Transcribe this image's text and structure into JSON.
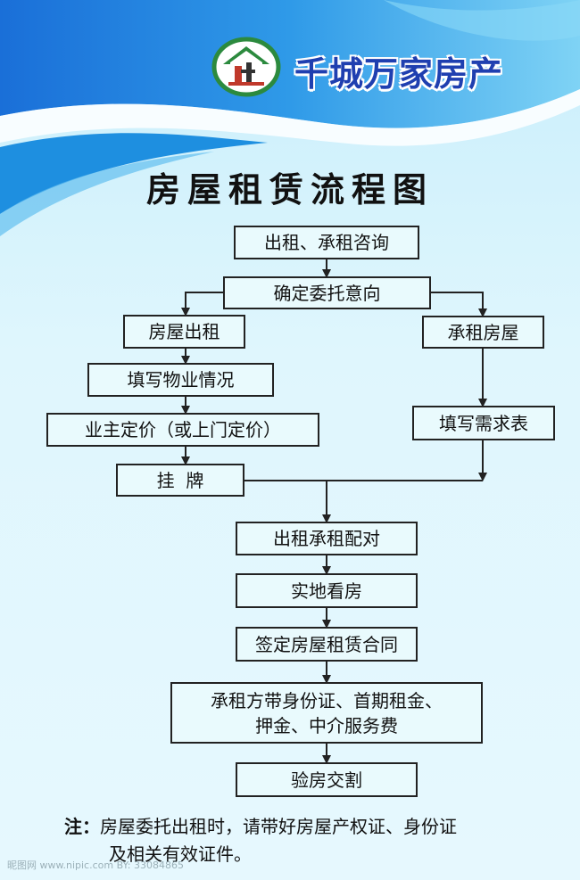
{
  "brand": {
    "name": "千城万家房产",
    "logo_icon": "house-logo-icon",
    "logo_text": "千"
  },
  "title": "房屋租赁流程图",
  "colors": {
    "brand_blue": "#1f3fb0",
    "wave_blue": "#1e8fe0",
    "background": "#dff6fd",
    "logo_green": "#2c8a3e",
    "logo_red": "#c0392b"
  },
  "nodes": {
    "consult": "出租、承租咨询",
    "confirm": "确定委托意向",
    "house_rent": "房屋出租",
    "tenant_rent": "承租房屋",
    "fill_property": "填写物业情况",
    "pricing": "业主定价（或上门定价）",
    "listing": "挂  牌",
    "fill_demand": "填写需求表",
    "match": "出租承租配对",
    "inspect": "实地看房",
    "sign": "签定房屋租赁合同",
    "pay_line1": "承租方带身份证、首期租金、",
    "pay_line2": "押金、中介服务费",
    "handover": "验房交割"
  },
  "note": {
    "label": "注：",
    "line1": "房屋委托出租时，请带好房屋产权证、身份证",
    "line2": "及相关有效证件。"
  },
  "watermark": "昵图网 www.nipic.com  BY: 33084865"
}
